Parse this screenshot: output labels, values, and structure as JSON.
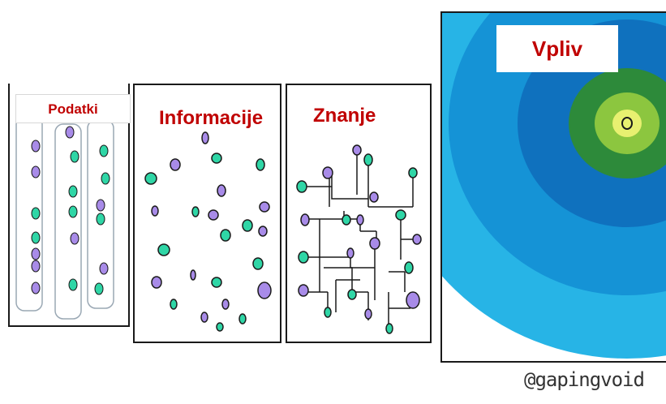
{
  "labels": {
    "data": "Podatki",
    "information": "Informacije",
    "knowledge": "Znanje",
    "impact": "Vpliv"
  },
  "signature": "@gapingvoid",
  "colors": {
    "label": "#c00000",
    "dot_green": "#2fd6a6",
    "dot_purple": "#a88be8",
    "ring_light_blue": "#27b4e6",
    "ring_mid_blue": "#1593d6",
    "ring_deep_blue": "#0f71be",
    "ring_dark_green": "#2d8a3a",
    "ring_light_green": "#8cc63f",
    "core": "#e8f070",
    "outline": "#1a1a1a"
  }
}
